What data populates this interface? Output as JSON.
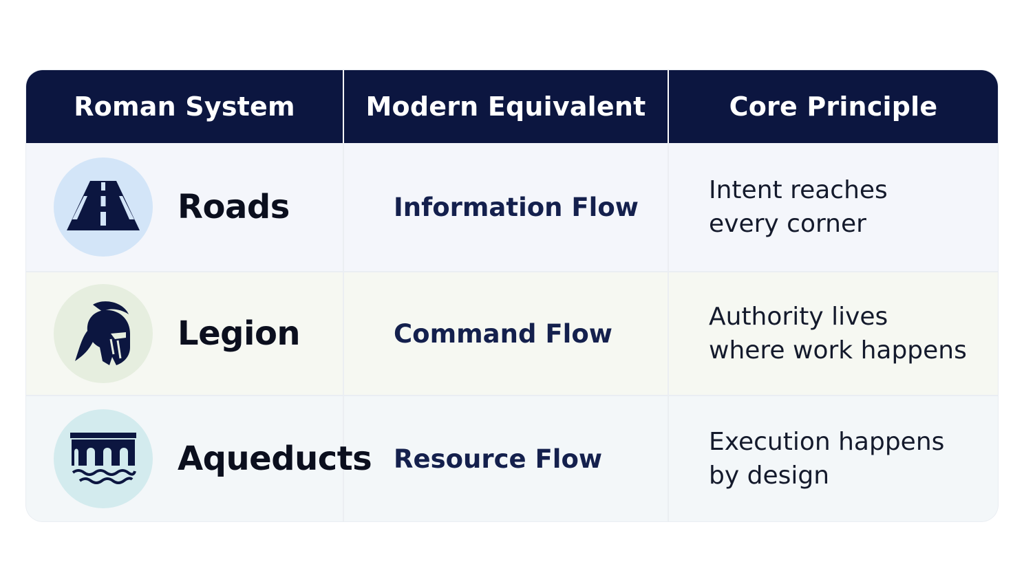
{
  "header": {
    "col1": "Roman System",
    "col2": "Modern Equivalent",
    "col3": "Core Principle"
  },
  "rows": [
    {
      "icon": "road-icon",
      "system": "Roads",
      "modern": "Information Flow",
      "principle_line1": "Intent reaches",
      "principle_line2": "every corner",
      "circle_color": "#d3e5f8"
    },
    {
      "icon": "roman-helmet-icon",
      "system": "Legion",
      "modern": "Command Flow",
      "principle_line1": "Authority lives",
      "principle_line2": "where work happens",
      "circle_color": "#e6eedf"
    },
    {
      "icon": "aqueduct-icon",
      "system": "Aqueducts",
      "modern": "Resource Flow",
      "principle_line1": "Execution happens",
      "principle_line2": "by design",
      "circle_color": "#d3ebee"
    }
  ],
  "colors": {
    "header_bg": "#0c1640",
    "icon_fill": "#0c1640",
    "modern_text": "#14204d"
  }
}
